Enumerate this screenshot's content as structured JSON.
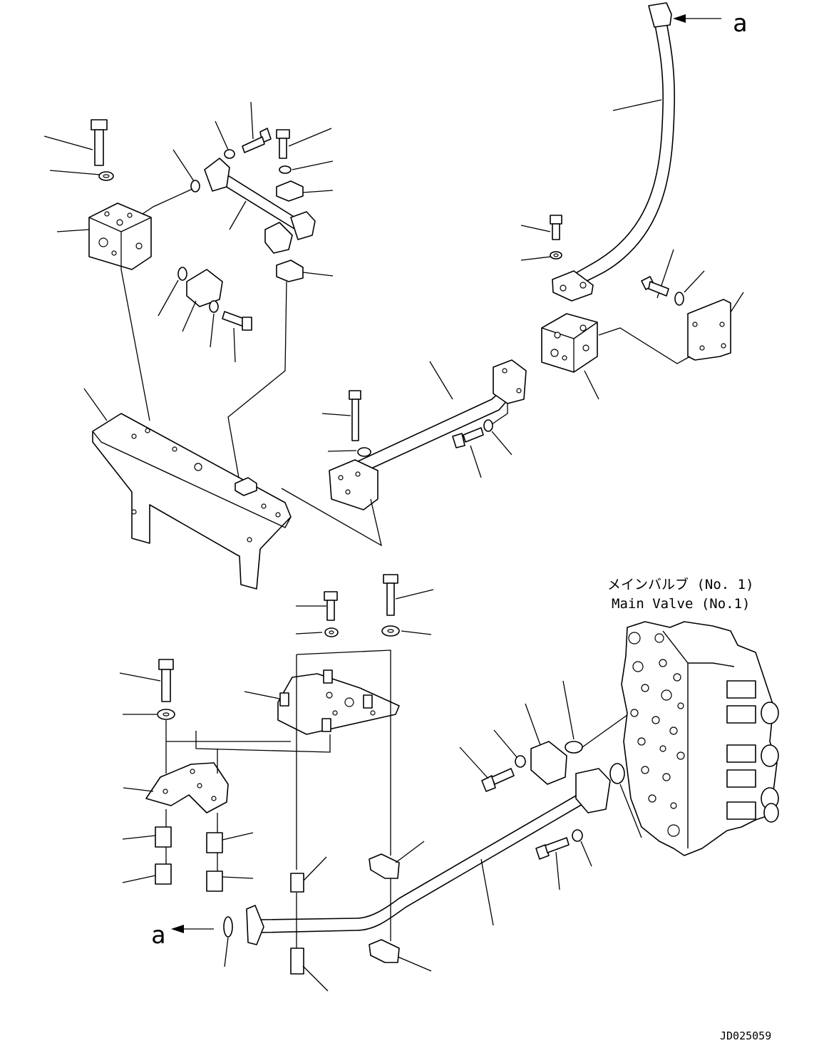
{
  "callouts": {
    "top_ref_letter": "a",
    "bottom_ref_letter": "a"
  },
  "valve_label": {
    "line_jp": "メインバルブ (No. 1)",
    "line_en": "Main Valve (No.1)"
  },
  "drawing_number": "JD025059"
}
